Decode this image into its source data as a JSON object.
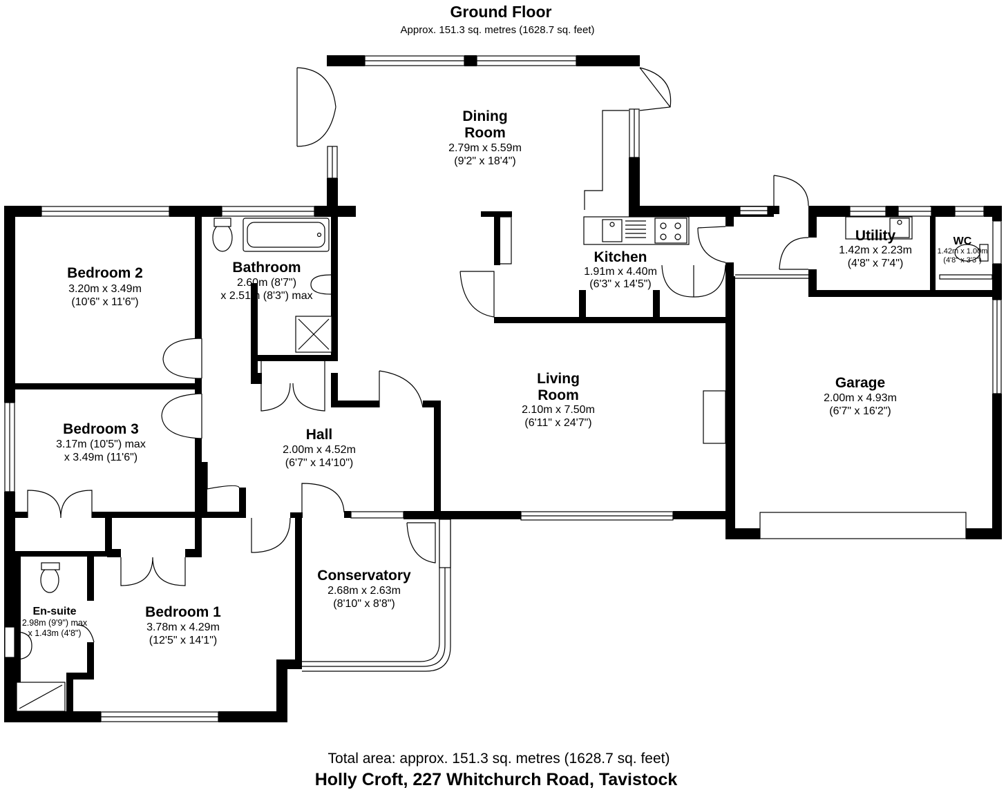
{
  "header": {
    "title": "Ground Floor",
    "subtitle": "Approx. 151.3 sq. metres (1628.7 sq. feet)"
  },
  "rooms": {
    "dining": {
      "name_1": "Dining",
      "name_2": "Room",
      "dim_1": "2.79m x 5.59m",
      "dim_2": "(9'2\" x 18'4\")"
    },
    "bedroom2": {
      "name": "Bedroom 2",
      "dim_1": "3.20m x 3.49m",
      "dim_2": "(10'6\" x 11'6\")"
    },
    "bathroom": {
      "name": "Bathroom",
      "dim_1": "2.60m (8'7\")",
      "dim_2": "x 2.51m (8'3\") max"
    },
    "kitchen": {
      "name": "Kitchen",
      "dim_1": "1.91m x 4.40m",
      "dim_2": "(6'3\" x 14'5\")"
    },
    "utility": {
      "name": "Utility",
      "dim_1": "1.42m x 2.23m",
      "dim_2": "(4'8\" x 7'4\")"
    },
    "wc": {
      "name": "WC",
      "dim_1": "1.42m x 1.00m",
      "dim_2": "(4'8\" x 3'3\")"
    },
    "living": {
      "name_1": "Living",
      "name_2": "Room",
      "dim_1": "2.10m x 7.50m",
      "dim_2": "(6'11\" x 24'7\")"
    },
    "garage": {
      "name": "Garage",
      "dim_1": "2.00m x 4.93m",
      "dim_2": "(6'7\" x 16'2\")"
    },
    "bedroom3": {
      "name": "Bedroom 3",
      "dim_1": "3.17m (10'5\") max",
      "dim_2": "x 3.49m (11'6\")"
    },
    "hall": {
      "name": "Hall",
      "dim_1": "2.00m x 4.52m",
      "dim_2": "(6'7\" x 14'10\")"
    },
    "conservatory": {
      "name": "Conservatory",
      "dim_1": "2.68m x 2.63m",
      "dim_2": "(8'10\" x 8'8\")"
    },
    "ensuite": {
      "name": "En-suite",
      "dim_1": "2.98m (9'9\") max",
      "dim_2": "x 1.43m (4'8\")"
    },
    "bedroom1": {
      "name": "Bedroom 1",
      "dim_1": "3.78m x 4.29m",
      "dim_2": "(12'5\" x 14'1\")"
    }
  },
  "footer": {
    "total_area": "Total area: approx. 151.3 sq. metres (1628.7 sq. feet)",
    "address": "Holly Croft, 227 Whitchurch Road, Tavistock"
  },
  "colors": {
    "wall": "#000000",
    "background": "#ffffff"
  }
}
